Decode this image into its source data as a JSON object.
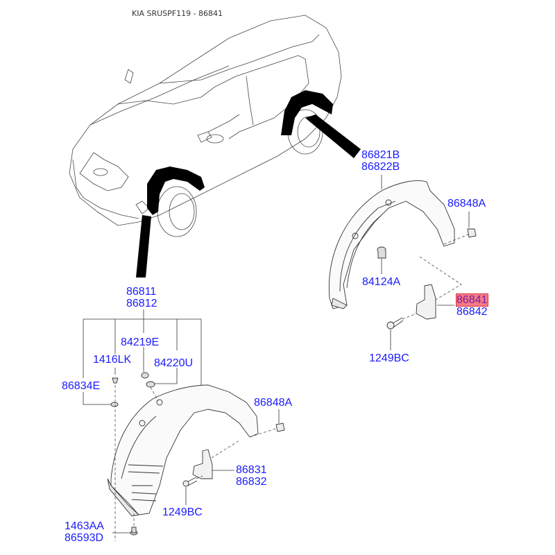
{
  "title": "KIA SRUSPF119 - 86841",
  "colors": {
    "label": "#1a1aff",
    "highlight_bg": "#f47a86",
    "highlight_border": "#e0303c",
    "highlight_text": "#7a1fa0",
    "line": "#333333"
  },
  "labels": {
    "rear_liner": [
      "86821B",
      "86822B"
    ],
    "rear_clip": "86848A",
    "rear_nut": "84124A",
    "rear_mudguard": [
      "86841",
      "86842"
    ],
    "rear_screw": "1249BC",
    "front_liner": [
      "86811",
      "86812"
    ],
    "front_nut_a": "84219E",
    "front_screw_lk": "1416LK",
    "front_nut_u": "84220U",
    "front_washer": "86834E",
    "front_clip": "86848A",
    "front_mudguard": [
      "86831",
      "86832"
    ],
    "front_screw": "1249BC",
    "front_bottom_fastener": [
      "1463AA",
      "86593D"
    ]
  },
  "highlighted_part": "86841"
}
